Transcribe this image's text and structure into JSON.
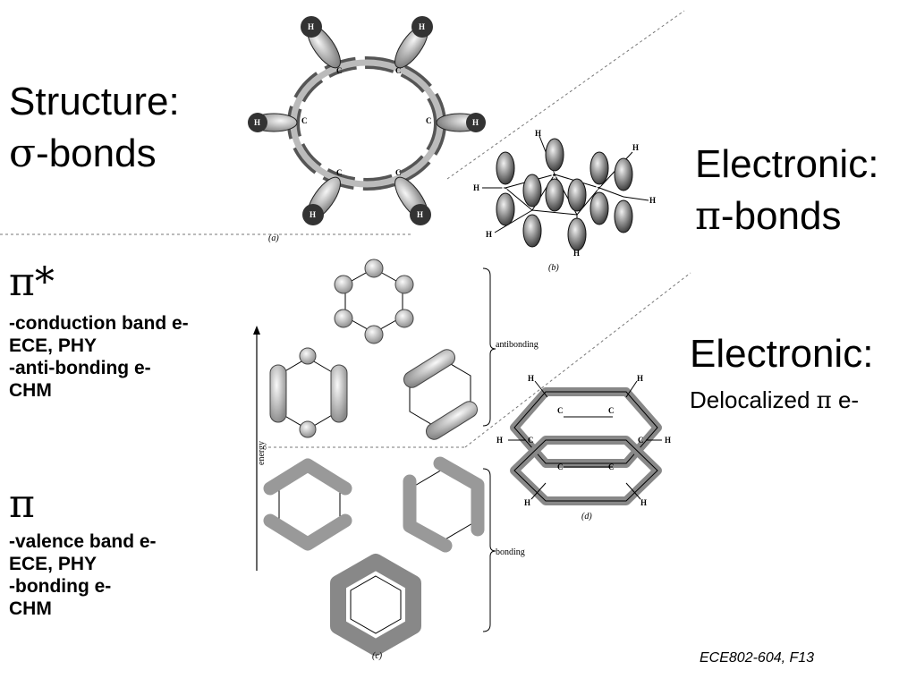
{
  "structure": {
    "title": "Structure:",
    "symbol": "σ",
    "suffix": "-bonds"
  },
  "electronic_pi": {
    "title": "Electronic:",
    "symbol": "π",
    "suffix": "-bonds"
  },
  "electronic_deloc": {
    "title": "Electronic:",
    "prefix": "Delocalized ",
    "symbol": "π",
    "suffix": " e-"
  },
  "pi_star": {
    "symbol": "π*",
    "lines": [
      "-conduction band e-",
      "ECE, PHY",
      "-anti-bonding e-",
      "CHM"
    ]
  },
  "pi": {
    "symbol": "π",
    "lines": [
      "-valence band e-",
      "ECE, PHY",
      "-bonding e-",
      "CHM"
    ]
  },
  "figure_labels": {
    "a": "(a)",
    "b": "(b)",
    "c": "(c)",
    "d": "(d)"
  },
  "diagram_labels": {
    "antibonding": "antibonding",
    "bonding": "bonding",
    "energy": "energy"
  },
  "atoms": {
    "hydrogen": "H",
    "carbon": "C"
  },
  "footer": "ECE802-604, F13"
}
